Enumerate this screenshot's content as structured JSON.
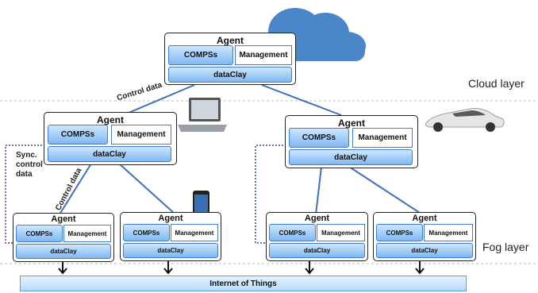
{
  "layers": {
    "cloud": "Cloud layer",
    "fog": "Fog layer"
  },
  "agent": {
    "title": "Agent",
    "compss": "COMPSs",
    "management": "Management",
    "dataclay": "dataClay"
  },
  "labels": {
    "control_data_top": "Control data",
    "control_data_left": "Control data",
    "sync_control_data": "Sync.\ncontrol\ndata"
  },
  "iot": "Internet of Things",
  "colors": {
    "box_blue": "#7fb8f2",
    "line_blue": "#3d6fc4",
    "cloud": "#4a86c8"
  },
  "icons": [
    "cloud-icon",
    "laptop-icon",
    "car-icon",
    "smartphone-icon"
  ]
}
